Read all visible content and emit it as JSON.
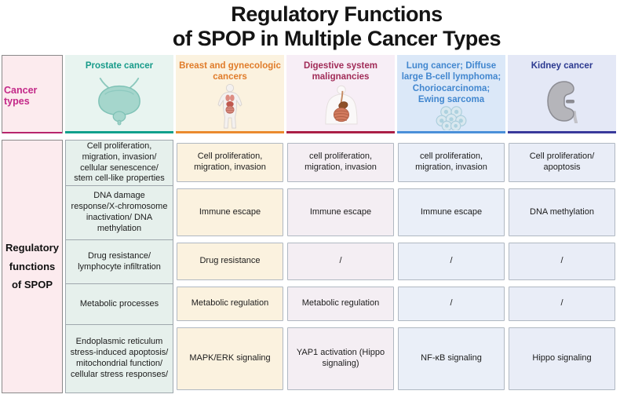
{
  "title": {
    "line1": "Regulatory Functions",
    "line2": "of SPOP in Multiple Cancer Types"
  },
  "corner": {
    "label": "Cancer types",
    "row_group_label": "Regulatory functions of SPOP"
  },
  "colors": {
    "label_accent": "#b7256d",
    "label_text": "#c32888",
    "label_bg": "#fcebee",
    "prostate_accent": "#10a08c",
    "breast_accent": "#ea8a2e",
    "digestive_accent": "#ab1f46",
    "lung_accent": "#4a90d9",
    "kidney_accent": "#39399b"
  },
  "columns": [
    {
      "label": "Prostate cancer",
      "icon": "bladder-icon",
      "rows": [
        "Cell proliferation, migration, invasion/ cellular senescence/ stem cell-like properties",
        "DNA damage response/X-chromosome inactivation/ DNA methylation",
        "Drug resistance/ lymphocyte infiltration",
        "Metabolic processes",
        "Endoplasmic reticulum stress-induced apoptosis/ mitochondrial function/ cellular stress responses/"
      ]
    },
    {
      "label": "Breast and gynecologic cancers",
      "icon": "human-body-organs-icon",
      "rows": [
        "Cell proliferation, migration, invasion",
        "Immune escape",
        "Drug resistance",
        "Metabolic regulation",
        "MAPK/ERK signaling"
      ]
    },
    {
      "label": "Digestive system malignancies",
      "icon": "digestive-system-icon",
      "rows": [
        "cell proliferation, migration, invasion",
        "Immune escape",
        "/",
        "Metabolic regulation",
        "YAP1 activation (Hippo signaling)"
      ]
    },
    {
      "label": "Lung cancer; Diffuse large B-cell lymphoma; Choriocarcinoma; Ewing sarcoma",
      "icon": "cell-cluster-icon",
      "rows": [
        "cell proliferation, migration, invasion",
        "Immune escape",
        "/",
        "/",
        "NF-κB signaling"
      ]
    },
    {
      "label": "Kidney cancer",
      "icon": "kidney-icon",
      "rows": [
        "Cell proliferation/ apoptosis",
        "DNA methylation",
        "/",
        "/",
        "Hippo signaling"
      ]
    }
  ]
}
